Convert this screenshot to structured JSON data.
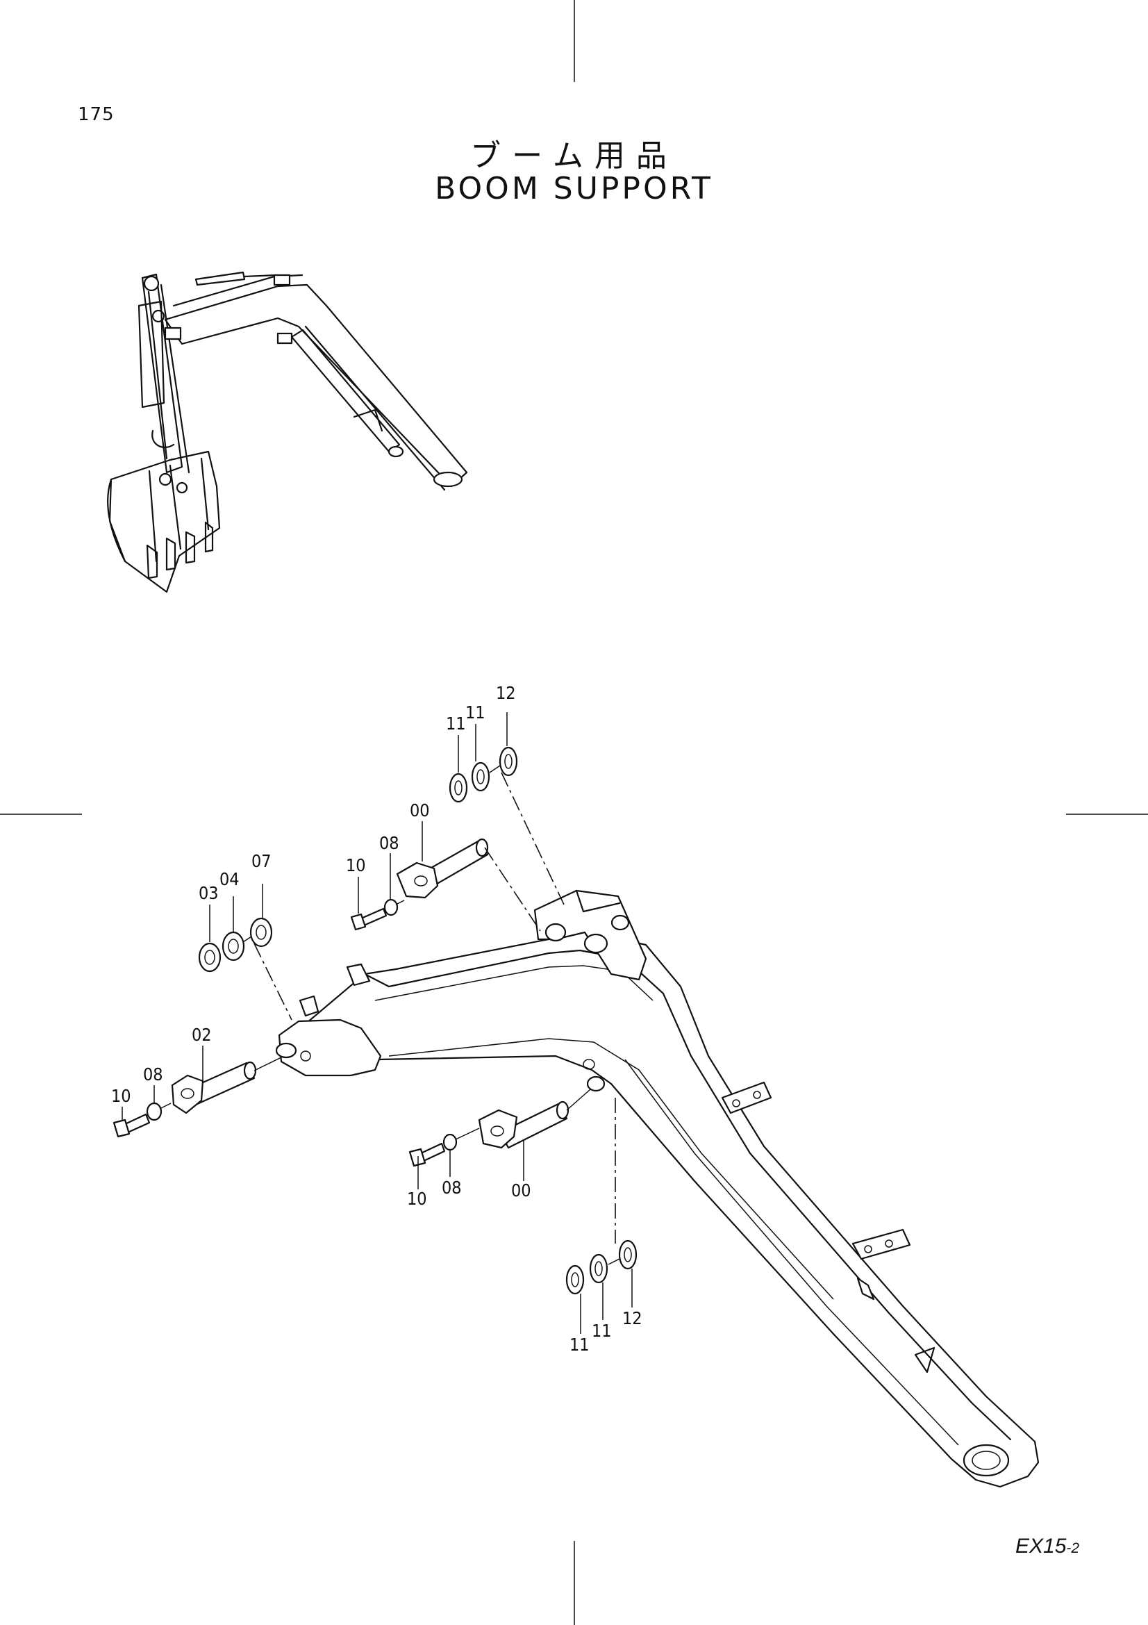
{
  "page": {
    "number": "175"
  },
  "title": {
    "japanese": "ブーム用品",
    "english": "BOOM SUPPORT"
  },
  "footer": {
    "model": "EX15",
    "model_suffix": "-2"
  },
  "callouts": [
    {
      "id": "c1",
      "label": "11"
    },
    {
      "id": "c2",
      "label": "11"
    },
    {
      "id": "c3",
      "label": "12"
    },
    {
      "id": "c4",
      "label": "00"
    },
    {
      "id": "c5",
      "label": "10"
    },
    {
      "id": "c6",
      "label": "08"
    },
    {
      "id": "c7",
      "label": "03"
    },
    {
      "id": "c8",
      "label": "04"
    },
    {
      "id": "c9",
      "label": "07"
    },
    {
      "id": "c10",
      "label": "02"
    },
    {
      "id": "c11",
      "label": "10"
    },
    {
      "id": "c12",
      "label": "08"
    },
    {
      "id": "c13",
      "label": "10"
    },
    {
      "id": "c14",
      "label": "08"
    },
    {
      "id": "c15",
      "label": "00"
    },
    {
      "id": "c16",
      "label": "11"
    },
    {
      "id": "c17",
      "label": "11"
    },
    {
      "id": "c18",
      "label": "12"
    }
  ]
}
